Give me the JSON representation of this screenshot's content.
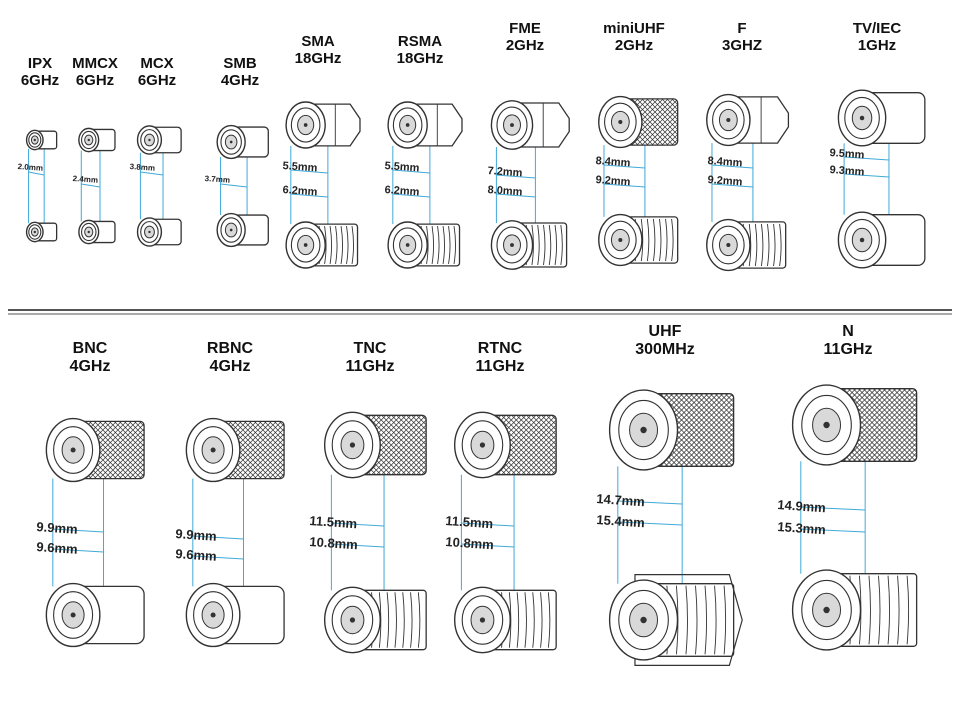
{
  "top_row": [
    {
      "id": "ipx",
      "name": "IPX",
      "freq": "6GHz",
      "d1": "2.0mm",
      "d2": ""
    },
    {
      "id": "mmcx",
      "name": "MMCX",
      "freq": "6GHz",
      "d1": "2.4mm",
      "d2": ""
    },
    {
      "id": "mcx",
      "name": "MCX",
      "freq": "6GHz",
      "d1": "3.8mm",
      "d2": ""
    },
    {
      "id": "smb",
      "name": "SMB",
      "freq": "4GHz",
      "d1": "3.7mm",
      "d2": ""
    },
    {
      "id": "sma",
      "name": "SMA",
      "freq": "18GHz",
      "d1": "5.5mm",
      "d2": "6.2mm"
    },
    {
      "id": "rsma",
      "name": "RSMA",
      "freq": "18GHz",
      "d1": "5.5mm",
      "d2": "6.2mm"
    },
    {
      "id": "fme",
      "name": "FME",
      "freq": "2GHz",
      "d1": "7.2mm",
      "d2": "8.0mm"
    },
    {
      "id": "miniuhf",
      "name": "miniUHF",
      "freq": "2GHz",
      "d1": "8.4mm",
      "d2": "9.2mm"
    },
    {
      "id": "f",
      "name": "F",
      "freq": "3GHZ",
      "d1": "8.4mm",
      "d2": "9.2mm"
    },
    {
      "id": "tviec",
      "name": "TV/IEC",
      "freq": "1GHz",
      "d1": "9.5mm",
      "d2": "9.3mm"
    }
  ],
  "bottom_row": [
    {
      "id": "bnc",
      "name": "BNC",
      "freq": "4GHz",
      "d1": "9.9mm",
      "d2": "9.6mm"
    },
    {
      "id": "rbnc",
      "name": "RBNC",
      "freq": "4GHz",
      "d1": "9.9mm",
      "d2": "9.6mm"
    },
    {
      "id": "tnc",
      "name": "TNC",
      "freq": "11GHz",
      "d1": "11.5mm",
      "d2": "10.8mm"
    },
    {
      "id": "rtnc",
      "name": "RTNC",
      "freq": "11GHz",
      "d1": "11.5mm",
      "d2": "10.8mm"
    },
    {
      "id": "uhf",
      "name": "UHF",
      "freq": "300MHz",
      "d1": "14.7mm",
      "d2": "15.4mm"
    },
    {
      "id": "n",
      "name": "N",
      "freq": "11GHz",
      "d1": "14.9mm",
      "d2": "15.3mm"
    }
  ],
  "colors": {
    "outline": "#333333",
    "dimension_line": "#3fa9d8",
    "divider": "#555555",
    "fill": "#ffffff",
    "shade": "#d9d9d9"
  }
}
